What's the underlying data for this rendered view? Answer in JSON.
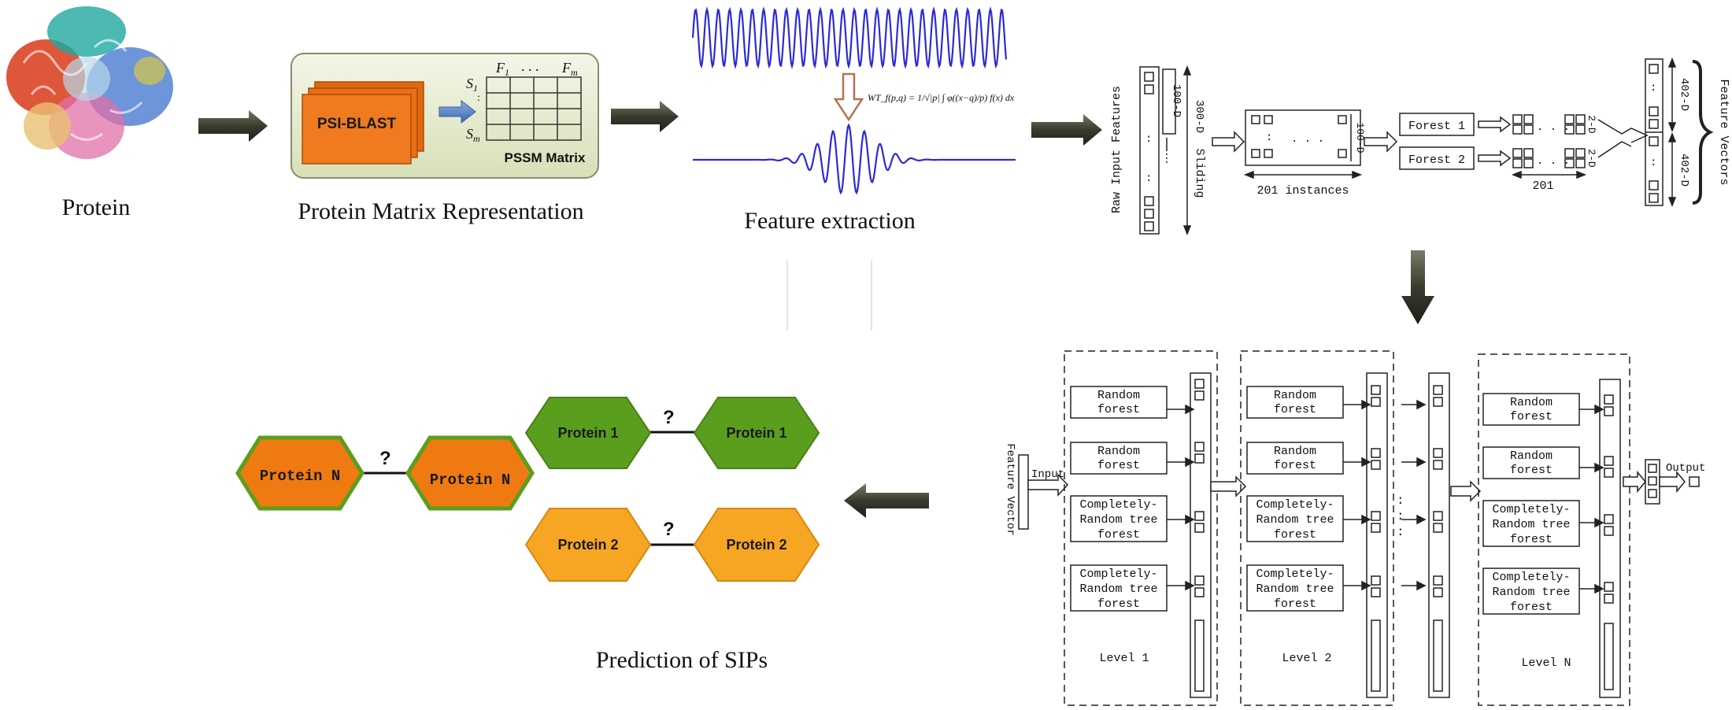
{
  "pipeline": {
    "protein_label": "Protein",
    "matrix_label": "Protein Matrix Representation",
    "feature_label": "Feature extraction",
    "prediction_label": "Prediction of SIPs"
  },
  "pssm": {
    "psi_blast": "PSI-BLAST",
    "matrix_title": "PSSM Matrix",
    "f1": "F",
    "f1_sub": "1",
    "fm": "F",
    "fm_sub": "m",
    "s1": "S",
    "s1_sub": "1",
    "sm": "S",
    "sm_sub": "m",
    "dots": ". . ."
  },
  "wavelet": {
    "formula": "WT_f(p,q) = 1/√|p| ∫ φ((x−q)/p) f(x) dx"
  },
  "scanning": {
    "raw_input": "Raw Input Features",
    "d100": "100-D",
    "d300": "300-D",
    "sliding": "Sliding",
    "instances": "201 instances",
    "forest1": "Forest 1",
    "forest2": "Forest 2",
    "two_d": "2-D",
    "n201": "201",
    "d402": "402-D",
    "feature_vectors": "Feature Vectors"
  },
  "cascade": {
    "feature_vector": "Feature Vector",
    "input": "Input",
    "output": "Output",
    "random_forest": [
      "Random",
      "forest"
    ],
    "cr_forest": [
      "Completely-",
      "Random tree",
      "forest"
    ],
    "levels": [
      "Level 1",
      "Level 2",
      "Level N"
    ]
  },
  "pairs": {
    "question": "?",
    "p1": "Protein 1",
    "p2": "Protein 2",
    "pn": "Protein N"
  },
  "colors": {
    "arrow": "#4a4a3a",
    "orange": "#f07a12",
    "amber": "#f6a623",
    "green": "#5a9e1e",
    "wave": "#2b2bd6",
    "pssm_bg": "#e7ecd4",
    "down_arrow": "#b87050"
  }
}
